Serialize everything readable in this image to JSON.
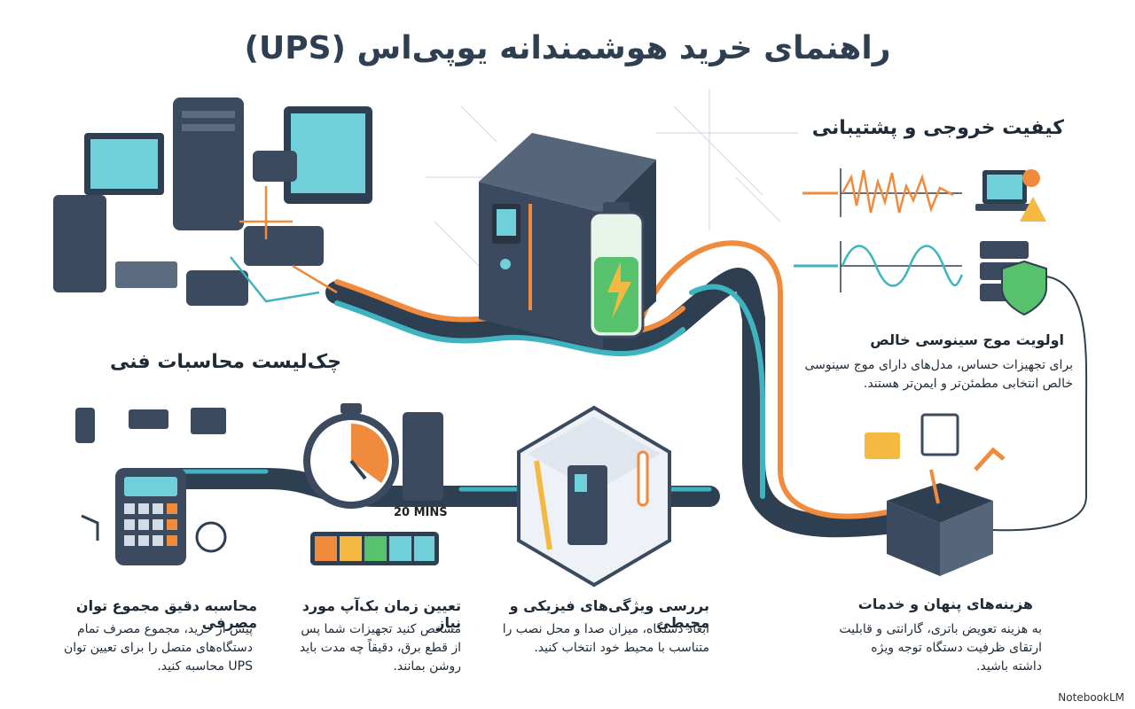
{
  "title": "راهنمای خرید هوشمندانه یوپی‌اس (UPS)",
  "output_section": {
    "heading": "کیفیت خروجی و پشتیبانی",
    "sine": {
      "heading": "اولویت موج سینوسی خالص",
      "body": "برای تجهیزات حساس، مدل‌های دارای موج سینوسی خالص انتخابی مطمئن‌تر و ایمن‌تر هستند."
    }
  },
  "checklist_heading": "چک‌لیست محاسبات فنی",
  "cards": [
    {
      "heading": "محاسبه دقیق مجموع توان مصرفی",
      "body": "پیش از خرید، مجموع مصرف تمام دستگاه‌های متصل را برای تعیین توان UPS محاسبه کنید."
    },
    {
      "heading": "تعیین زمان بک‌آپ مورد نیاز",
      "body": "مشخص کنید تجهیزات شما پس از قطع برق، دقیقاً چه مدت باید روشن بمانند."
    },
    {
      "heading": "بررسی ویژگی‌های فیزیکی و محیطی",
      "body": "ابعاد دستگاه، میزان صدا و محل نصب را متناسب با محیط خود انتخاب کنید."
    },
    {
      "heading": "هزینه‌های پنهان و خدمات",
      "body": "به هزینه تعویض باتری، گارانتی و قابلیت ارتقای ظرفیت دستگاه توجه ویژه داشته باشید."
    }
  ],
  "timer_label": "20 MINS",
  "brand": "NotebookLM",
  "colors": {
    "orange": "#f08a3c",
    "teal": "#3fb3c0",
    "navy": "#2f3f52",
    "green": "#57c26b"
  }
}
